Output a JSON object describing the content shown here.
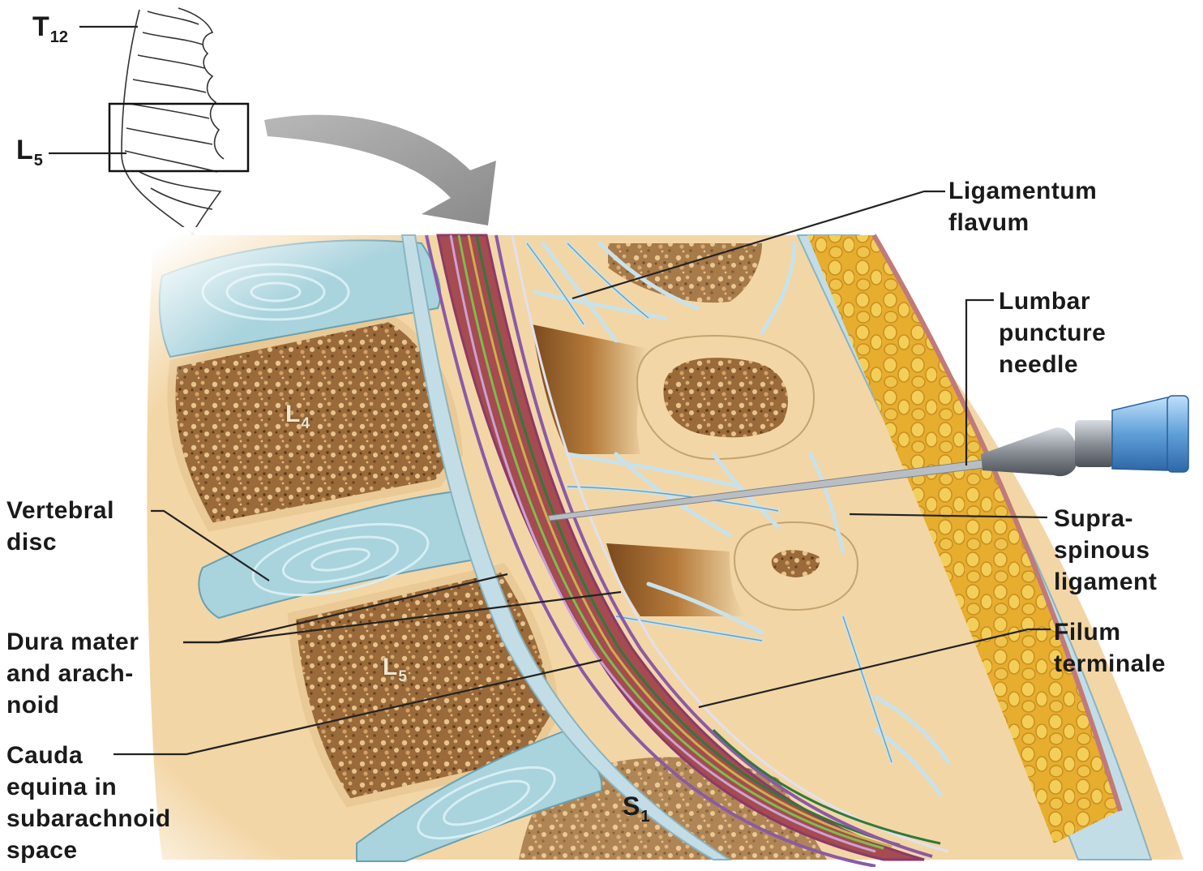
{
  "levels": {
    "t12": {
      "main": "T",
      "sub": "12"
    },
    "l5": {
      "main": "L",
      "sub": "5"
    }
  },
  "vertebrae": {
    "l4": {
      "main": "L",
      "sub": "4"
    },
    "l5": {
      "main": "L",
      "sub": "5"
    },
    "s1": {
      "main": "S",
      "sub": "1"
    }
  },
  "labels": {
    "ligamentum_flavum": "Ligamentum\nflavum",
    "lumbar_puncture_needle": "Lumbar\npuncture\nneedle",
    "supraspinous_ligament": "Supra-\nspinous\nligament",
    "filum_terminale": "Filum\nterminale",
    "vertebral_disc": "Vertebral\ndisc",
    "dura_mater": "Dura mater\nand arach-\nnoid",
    "cauda_equina": "Cauda\nequina in\nsubarachnoid\nspace"
  },
  "colors": {
    "bone": "#f3d6a6",
    "spongy_bone": "#8a5a2e",
    "disc": "#a9d3dd",
    "ligament": "#c3dde6",
    "dura": "#a64b4f",
    "fat": "#e8b63a",
    "needle_hub": "#6fa3d6",
    "arrow": "#a0a0a0"
  }
}
